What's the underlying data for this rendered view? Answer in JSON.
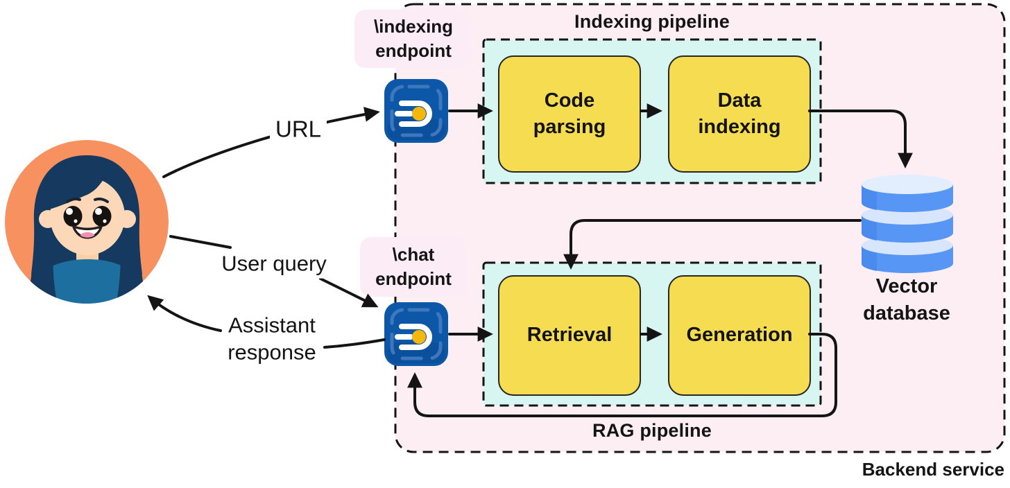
{
  "titles": {
    "backend": "Backend service",
    "indexing_pipeline": "Indexing pipeline",
    "rag_pipeline": "RAG pipeline"
  },
  "nodes": {
    "code_parsing": "Code\nparsing",
    "data_indexing": "Data\nindexing",
    "retrieval": "Retrieval",
    "generation": "Generation",
    "vector_database": "Vector\ndatabase"
  },
  "endpoints": {
    "indexing": "\\indexing\nendpoint",
    "chat": "\\chat\nendpoint"
  },
  "flows": {
    "url": "URL",
    "user_query": "User query",
    "assistant_response": "Assistant\nresponse"
  },
  "icons": {
    "endpoint_icon": "api-endpoint-icon",
    "database_icon": "vector-database-icon",
    "avatar": "user-avatar"
  },
  "colors": {
    "backend_fill": "#fdeef4",
    "pipeline_fill": "#d7f6f1",
    "node_fill": "#f6dc50",
    "endpoint_label_fill": "#fbecf6",
    "endpoint_icon_blue": "#0d57a8",
    "endpoint_icon_dot": "#f4b80d",
    "database_blue": "#5796f5",
    "database_light": "#d7e6fc",
    "avatar_orange": "#f79260",
    "avatar_hair": "#15395f",
    "avatar_shirt": "#1d6f9f",
    "line_color": "#141414"
  }
}
